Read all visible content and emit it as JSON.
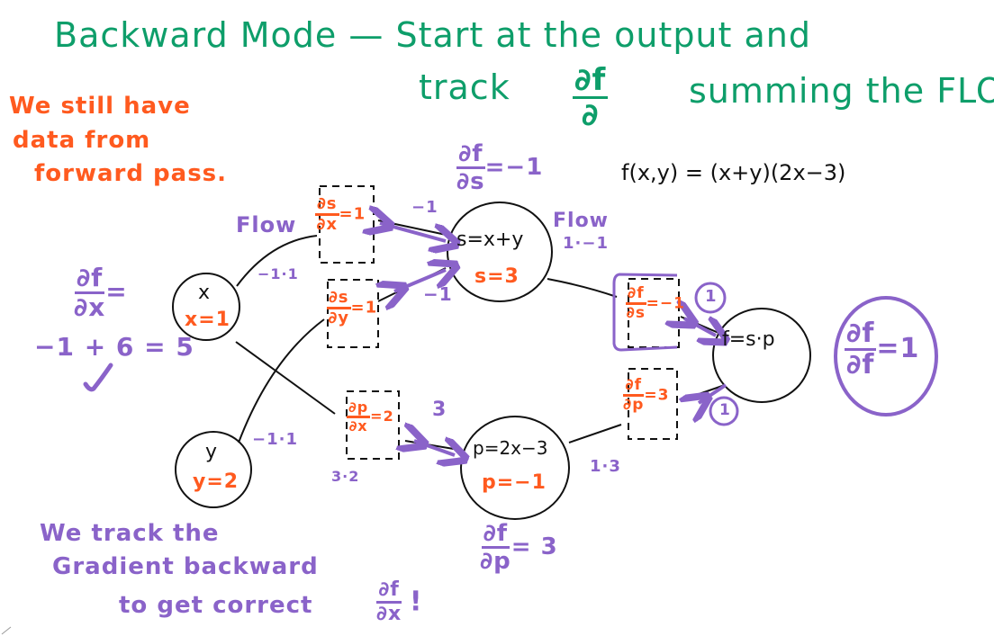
{
  "title": {
    "line1": "Backward Mode — Start at the output and",
    "track_word": "track",
    "partial_num": "∂f",
    "partial_den": "∂",
    "line2_tail": "summing the FLOW"
  },
  "side_note_top": [
    "We still have",
    "data from",
    "forward pass."
  ],
  "side_note_bottom": [
    "We track the",
    "Gradient backward",
    "to get correct"
  ],
  "side_note_bottom_frac": {
    "num": "∂f",
    "den": "∂x",
    "suffix": "!"
  },
  "function_def": "f(x,y) = (x+y)(2x−3)",
  "colors": {
    "green": "#0e9e6a",
    "orange": "#ff5a1f",
    "purple": "#8a63c9",
    "black": "#111111"
  },
  "nodes": {
    "x": {
      "label": "x",
      "value": "x=1"
    },
    "y": {
      "label": "y",
      "value": "y=2"
    },
    "s": {
      "label": "s=x+y",
      "value": "s=3"
    },
    "p": {
      "label": "p=2x−3",
      "value": "p=−1"
    },
    "f": {
      "label": "f=s·p"
    }
  },
  "local_grads": {
    "ds_dx": {
      "num": "∂s",
      "den": "∂x",
      "eq": "=1"
    },
    "ds_dy": {
      "num": "∂s",
      "den": "∂y",
      "eq": "=1"
    },
    "dp_dx": {
      "num": "∂p",
      "den": "∂x",
      "eq": "=2"
    },
    "df_ds": {
      "num": "∂f",
      "den": "∂s",
      "eq": "=−1"
    },
    "df_dp": {
      "num": "∂f",
      "den": "∂p",
      "eq": "=3"
    }
  },
  "flow_labels": {
    "flow_left": "Flow",
    "flow_right": "Flow",
    "flow_right_val": "1·−1",
    "x_to_s": "−1·1",
    "y_to_s": "−1·1",
    "x_to_p": "3·2",
    "p_to_f": "1·3",
    "arrow_s_x": "−1",
    "arrow_s_y": "−1",
    "arrow_p_x": "3",
    "circled_top": "1",
    "circled_bottom": "1"
  },
  "grad_results": {
    "df_ds": {
      "num": "∂f",
      "den": "∂s",
      "eq": "=−1"
    },
    "df_dp": {
      "num": "∂f",
      "den": "∂p",
      "eq": "= 3"
    },
    "df_df": {
      "num": "∂f",
      "den": "∂f",
      "eq": "=1"
    },
    "df_dx": {
      "num": "∂f",
      "den": "∂x",
      "eq": "=",
      "sum": "−1 + 6 = 5",
      "check": "✓"
    }
  }
}
